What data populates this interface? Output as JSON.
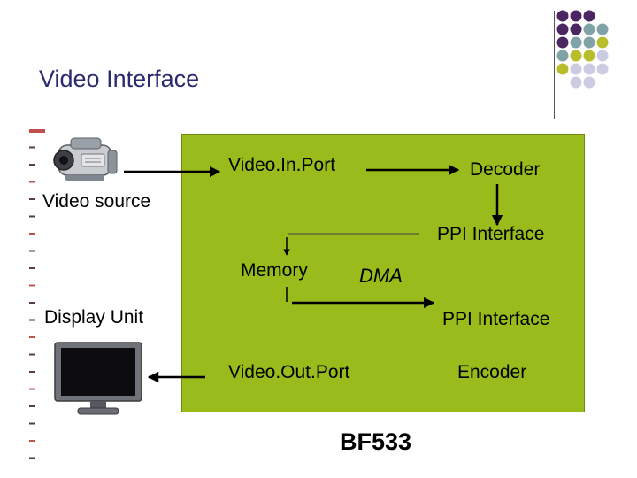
{
  "slide": {
    "title": "Video Interface"
  },
  "diagram": {
    "video_source": "Video source",
    "display_unit": "Display Unit",
    "video_in_port": "Video.In.Port",
    "decoder": "Decoder",
    "ppi_interface_top": "PPI Interface",
    "memory": "Memory",
    "dma": "DMA",
    "ppi_interface_bottom": "PPI Interface",
    "video_out_port": "Video.Out.Port",
    "encoder": "Encoder",
    "chip": "BF533"
  },
  "colors": {
    "title": "#2a2a6e",
    "box_fill": "#99bb1b",
    "dot_purple": "#4b2660",
    "dot_teal": "#7fa3a6",
    "dot_olive": "#b8bd2c",
    "dot_lavender": "#cdcbe2",
    "dash_red": "#c0504d",
    "dash_dark": "#5a3a4a"
  },
  "icons": [
    "camcorder-icon",
    "monitor-icon"
  ]
}
